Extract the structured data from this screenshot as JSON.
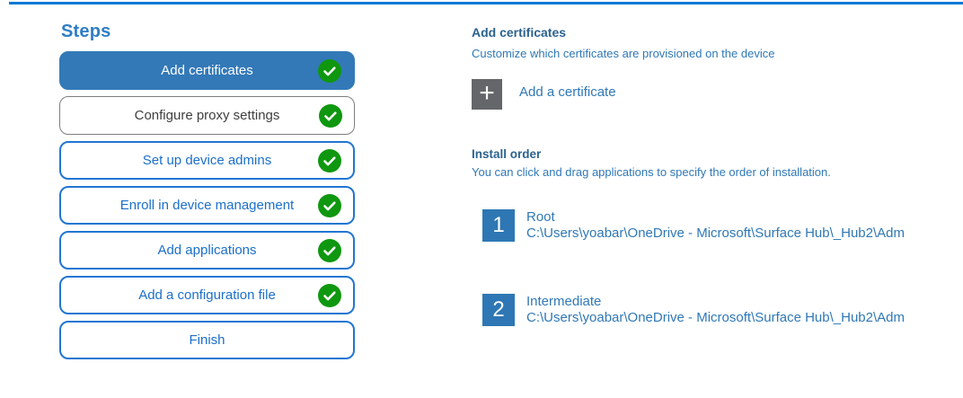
{
  "colors": {
    "accent": "#0078d4",
    "steps-title-blue": "#2e7ec6",
    "step-selected-bg": "#3379b8",
    "step-border-blue": "#2276d2",
    "step-text-blue": "#1b6fc9",
    "step-border-gray": "#7e7e7e",
    "step-text-gray": "#3f3e3e",
    "check-green": "#0f970f",
    "heading-dark-blue": "#2b628f",
    "body-blue": "#2f78b6",
    "number-box-blue": "#2e77b4",
    "plus-gray": "#646669"
  },
  "steps_panel": {
    "title": "Steps",
    "items": [
      {
        "label": "Add certificates",
        "state": "selected",
        "checked": true
      },
      {
        "label": "Configure proxy settings",
        "state": "muted",
        "checked": true
      },
      {
        "label": "Set up device admins",
        "state": "normal",
        "checked": true
      },
      {
        "label": "Enroll in device management",
        "state": "normal",
        "checked": true
      },
      {
        "label": "Add applications",
        "state": "normal",
        "checked": true
      },
      {
        "label": "Add a configuration file",
        "state": "normal",
        "checked": true
      },
      {
        "label": "Finish",
        "state": "normal",
        "checked": false
      }
    ]
  },
  "content": {
    "title": "Add certificates",
    "subtitle": "Customize which certificates are provisioned on the device",
    "add_button": {
      "icon": "plus-icon",
      "glyph": "+",
      "label": "Add a certificate"
    },
    "install_order": {
      "title": "Install order",
      "description": "You can click and drag applications to specify the order of installation.",
      "items": [
        {
          "number": "1",
          "name": "Root",
          "path": "C:\\Users\\yoabar\\OneDrive - Microsoft\\Surface Hub\\_Hub2\\Adm"
        },
        {
          "number": "2",
          "name": "Intermediate",
          "path": "C:\\Users\\yoabar\\OneDrive - Microsoft\\Surface Hub\\_Hub2\\Adm"
        }
      ]
    }
  }
}
